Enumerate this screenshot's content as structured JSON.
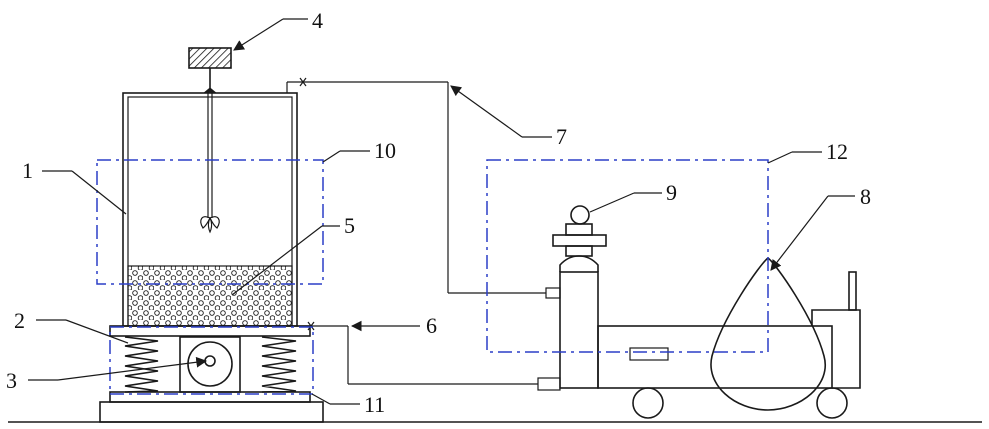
{
  "labels": {
    "l1": "1",
    "l2": "2",
    "l3": "3",
    "l4": "4",
    "l5": "5",
    "l6": "6",
    "l7": "7",
    "l8": "8",
    "l9": "9",
    "l10": "10",
    "l11": "11",
    "l12": "12"
  },
  "colors": {
    "line": "#1a1a1a",
    "dashed_box": "#2b3fc7"
  }
}
